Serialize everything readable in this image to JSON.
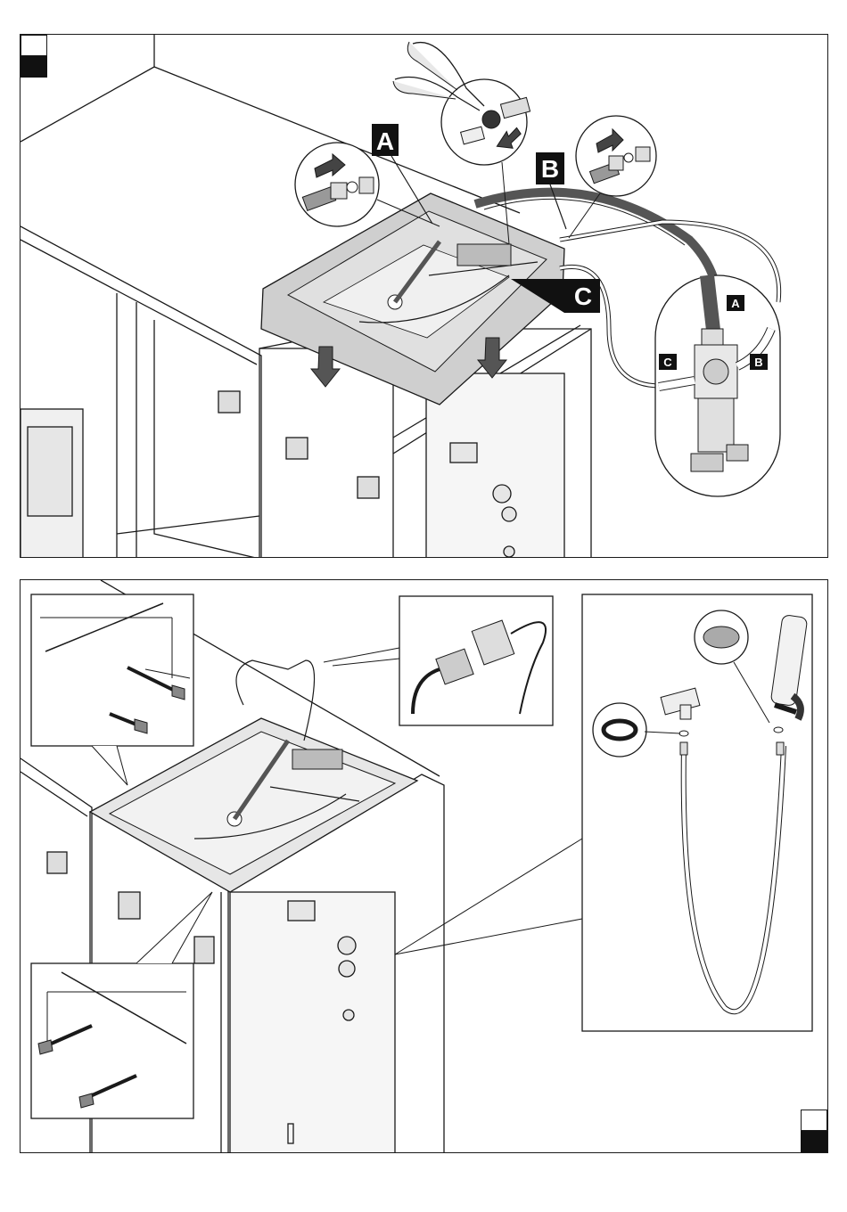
{
  "page": {
    "background": "#ffffff",
    "line_color": "#1a1a1a",
    "hose_dark_color": "#555555",
    "tray_color": "#c8c8c8"
  },
  "top_panel": {
    "step_indicator": {
      "top_box": "",
      "bottom_box": ""
    },
    "callouts": {
      "a_large": "A",
      "b_large": "B",
      "c_large": "C",
      "a_small": "A",
      "b_small": "B",
      "c_small": "C"
    },
    "icons": [
      "connector-detail-icon",
      "pliers-icon",
      "arrow-icon",
      "valve-detail-icon"
    ]
  },
  "bottom_panel": {
    "step_indicator": {
      "top_box": "",
      "bottom_box": ""
    },
    "icons": [
      "screw-detail-icon",
      "plug-connector-icon",
      "hand-shower-icon",
      "washer-icon",
      "bracket-icon"
    ]
  }
}
